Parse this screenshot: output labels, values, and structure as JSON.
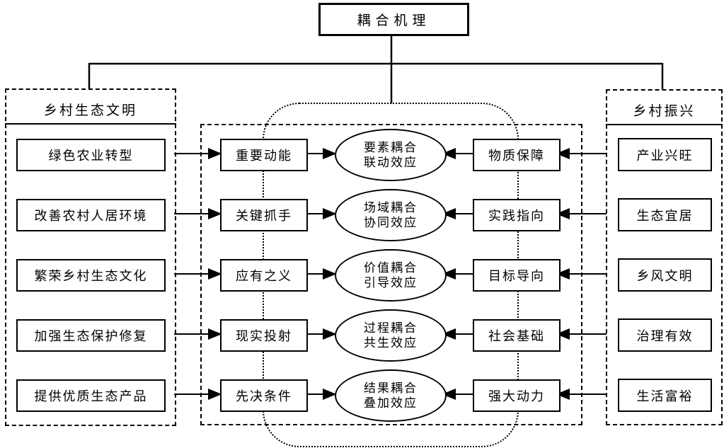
{
  "diagram": {
    "title": "耦合机理",
    "left_panel": {
      "title": "乡村生态文明",
      "items": [
        "绿色农业转型",
        "改善农村人居环境",
        "繁荣乡村生态文化",
        "加强生态保护修复",
        "提供优质生态产品"
      ]
    },
    "right_panel": {
      "title": "乡村振兴",
      "items": [
        "产业兴旺",
        "生态宜居",
        "乡风文明",
        "治理有效",
        "生活富裕"
      ]
    },
    "center_rows": [
      {
        "left": "重要动能",
        "effect_line1": "要素耦合",
        "effect_line2": "联动效应",
        "right": "物质保障"
      },
      {
        "left": "关键抓手",
        "effect_line1": "场域耦合",
        "effect_line2": "协同效应",
        "right": "实践指向"
      },
      {
        "left": "应有之义",
        "effect_line1": "价值耦合",
        "effect_line2": "引导效应",
        "right": "目标导向"
      },
      {
        "left": "现实投射",
        "effect_line1": "过程耦合",
        "effect_line2": "共生效应",
        "right": "社会基础"
      },
      {
        "left": "先决条件",
        "effect_line1": "结果耦合",
        "effect_line2": "叠加效应",
        "right": "强大动力"
      }
    ],
    "colors": {
      "line": "#000000",
      "background": "#ffffff"
    }
  }
}
